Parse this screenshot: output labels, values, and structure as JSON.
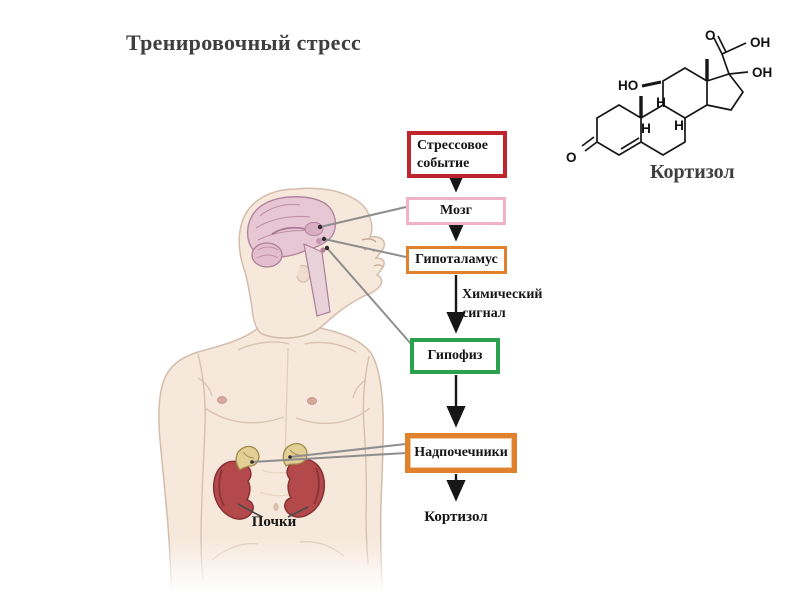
{
  "slide": {
    "title": "Тренировочный стресс",
    "background_color": "#ffffff"
  },
  "flowchart": {
    "nodes": [
      {
        "id": "stress-event",
        "label": "Стрессовое событие",
        "border_color": "#c0242c"
      },
      {
        "id": "brain",
        "label": "Мозг",
        "border_color": "#f0b2c8"
      },
      {
        "id": "hypothalamus",
        "label": "Гипоталамус",
        "border_color": "#df812d"
      },
      {
        "id": "pituitary",
        "label": "Гипофиз",
        "border_color": "#2ba14f"
      },
      {
        "id": "adrenal-glands",
        "label": "Надпочечники",
        "border_color": "#df812d"
      }
    ],
    "signal_label": "Химический сигнал",
    "result_label": "Кортизол",
    "arrow_color": "#161616",
    "leader_line_color": "#8e8e8e"
  },
  "molecule": {
    "caption": "Кортизол",
    "atom_labels": {
      "ketone_o": "O",
      "ho": "HO",
      "chain_o": "O",
      "chain_oh": "OH",
      "c17_oh": "OH",
      "h": "H"
    }
  },
  "anatomy": {
    "kidneys_label": "Почки",
    "skin_color": "#f6e8db",
    "brain_color": "#e7c7d4",
    "kidney_color": "#b4494b",
    "adrenal_color": "#e2d095"
  }
}
